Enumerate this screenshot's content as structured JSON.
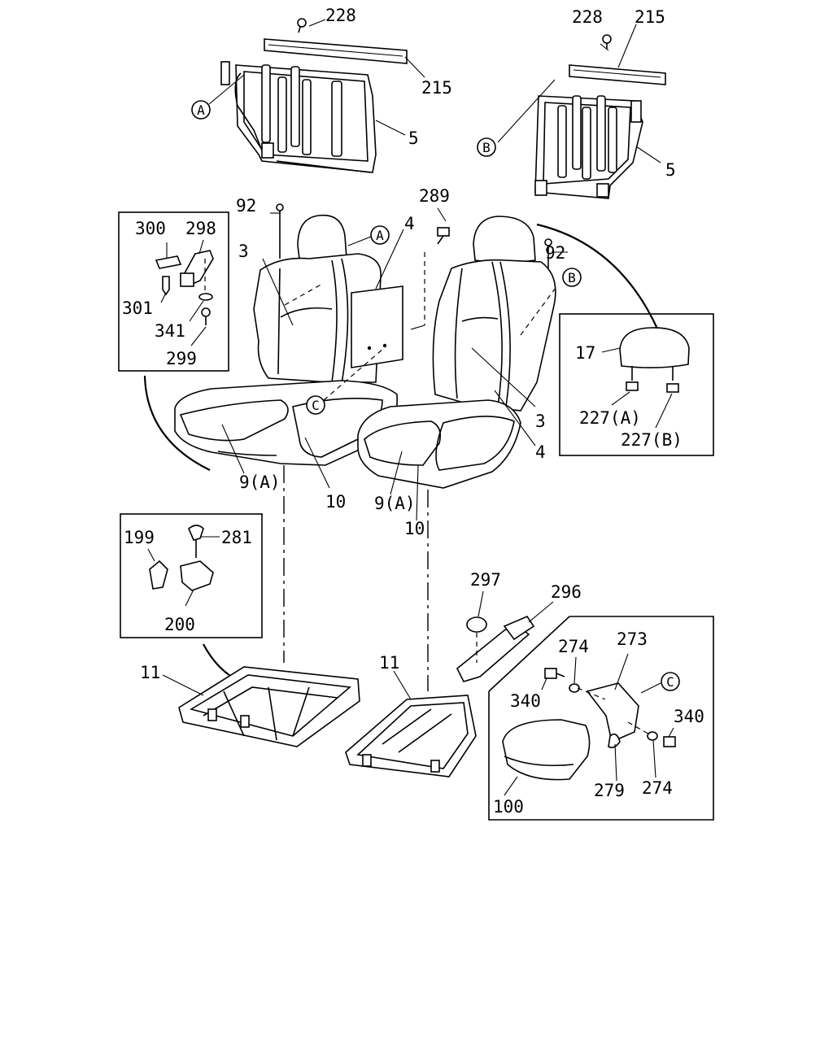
{
  "labels": {
    "p228_left": "228",
    "p215_left": "215",
    "p5_left": "5",
    "p228_right": "228",
    "p215_right": "215",
    "p5_right": "5",
    "p92_left": "92",
    "p3_left": "3",
    "p289": "289",
    "p4_top": "4",
    "p92_right": "92",
    "p3_right": "3",
    "p4_right": "4",
    "p300": "300",
    "p298": "298",
    "p301": "301",
    "p341": "341",
    "p299": "299",
    "p17": "17",
    "p227a": "227(A)",
    "p227b": "227(B)",
    "p9a_left": "9(A)",
    "p10_left": "10",
    "p9a_right": "9(A)",
    "p10_right": "10",
    "p199": "199",
    "p281": "281",
    "p200": "200",
    "p297": "297",
    "p296": "296",
    "p274_top": "274",
    "p273": "273",
    "p340_left": "340",
    "p340_right": "340",
    "p279": "279",
    "p274_bottom": "274",
    "p100": "100",
    "p11_left": "11",
    "p11_right": "11"
  },
  "refs": {
    "a_left_frame": "A",
    "b_right_frame": "B",
    "a_seat": "A",
    "b_seat": "B",
    "c_seat": "C",
    "c_armrest": "C"
  }
}
